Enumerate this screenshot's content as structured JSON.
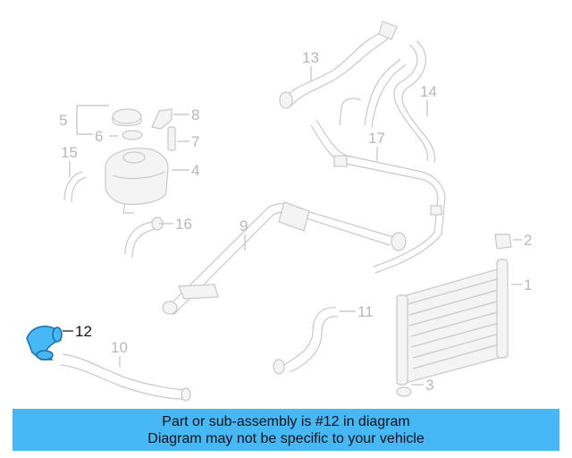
{
  "callouts": {
    "c1": "1",
    "c2": "2",
    "c3": "3",
    "c4": "4",
    "c5": "5",
    "c6": "6",
    "c7": "7",
    "c8": "8",
    "c9": "9",
    "c10": "10",
    "c11": "11",
    "c12": "12",
    "c13": "13",
    "c14": "14",
    "c15": "15",
    "c16": "16",
    "c17": "17"
  },
  "highlight": {
    "part_number": "12",
    "color": "#45b8f5"
  },
  "banner": {
    "line1": "Part or sub-assembly is #12 in diagram",
    "line2": "Diagram may not be specific to your vehicle",
    "background": "#45b8f5"
  }
}
